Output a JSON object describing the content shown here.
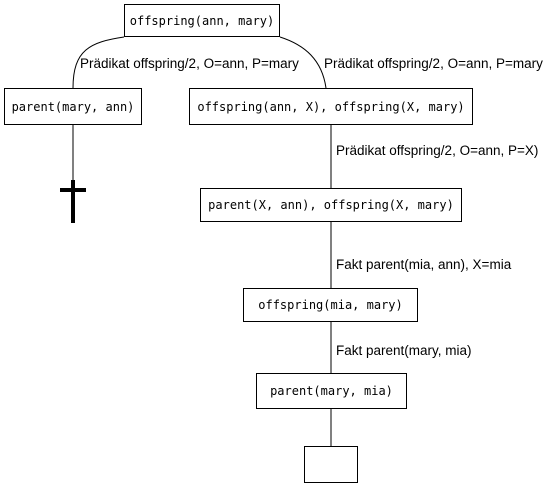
{
  "nodes": {
    "root": "offspring(ann, mary)",
    "left_goal": "parent(mary, ann)",
    "right_goal": "offspring(ann, X), offspring(X, mary)",
    "goal_3": "parent(X, ann), offspring(X, mary)",
    "goal_4": "offspring(mia, mary)",
    "goal_5": "parent(mary, mia)",
    "success_box": ""
  },
  "edge_labels": {
    "root_left": "Prädikat offspring/2, O=ann, P=mary",
    "root_right": "Prädikat offspring/2, O=ann, P=mary",
    "right_to_3": "Prädikat offspring/2, O=ann, P=X)",
    "three_to_4": "Fakt parent(mia, ann), X=mia",
    "four_to_5": "Fakt parent(mary, mia)"
  },
  "failure_symbol": "cross"
}
